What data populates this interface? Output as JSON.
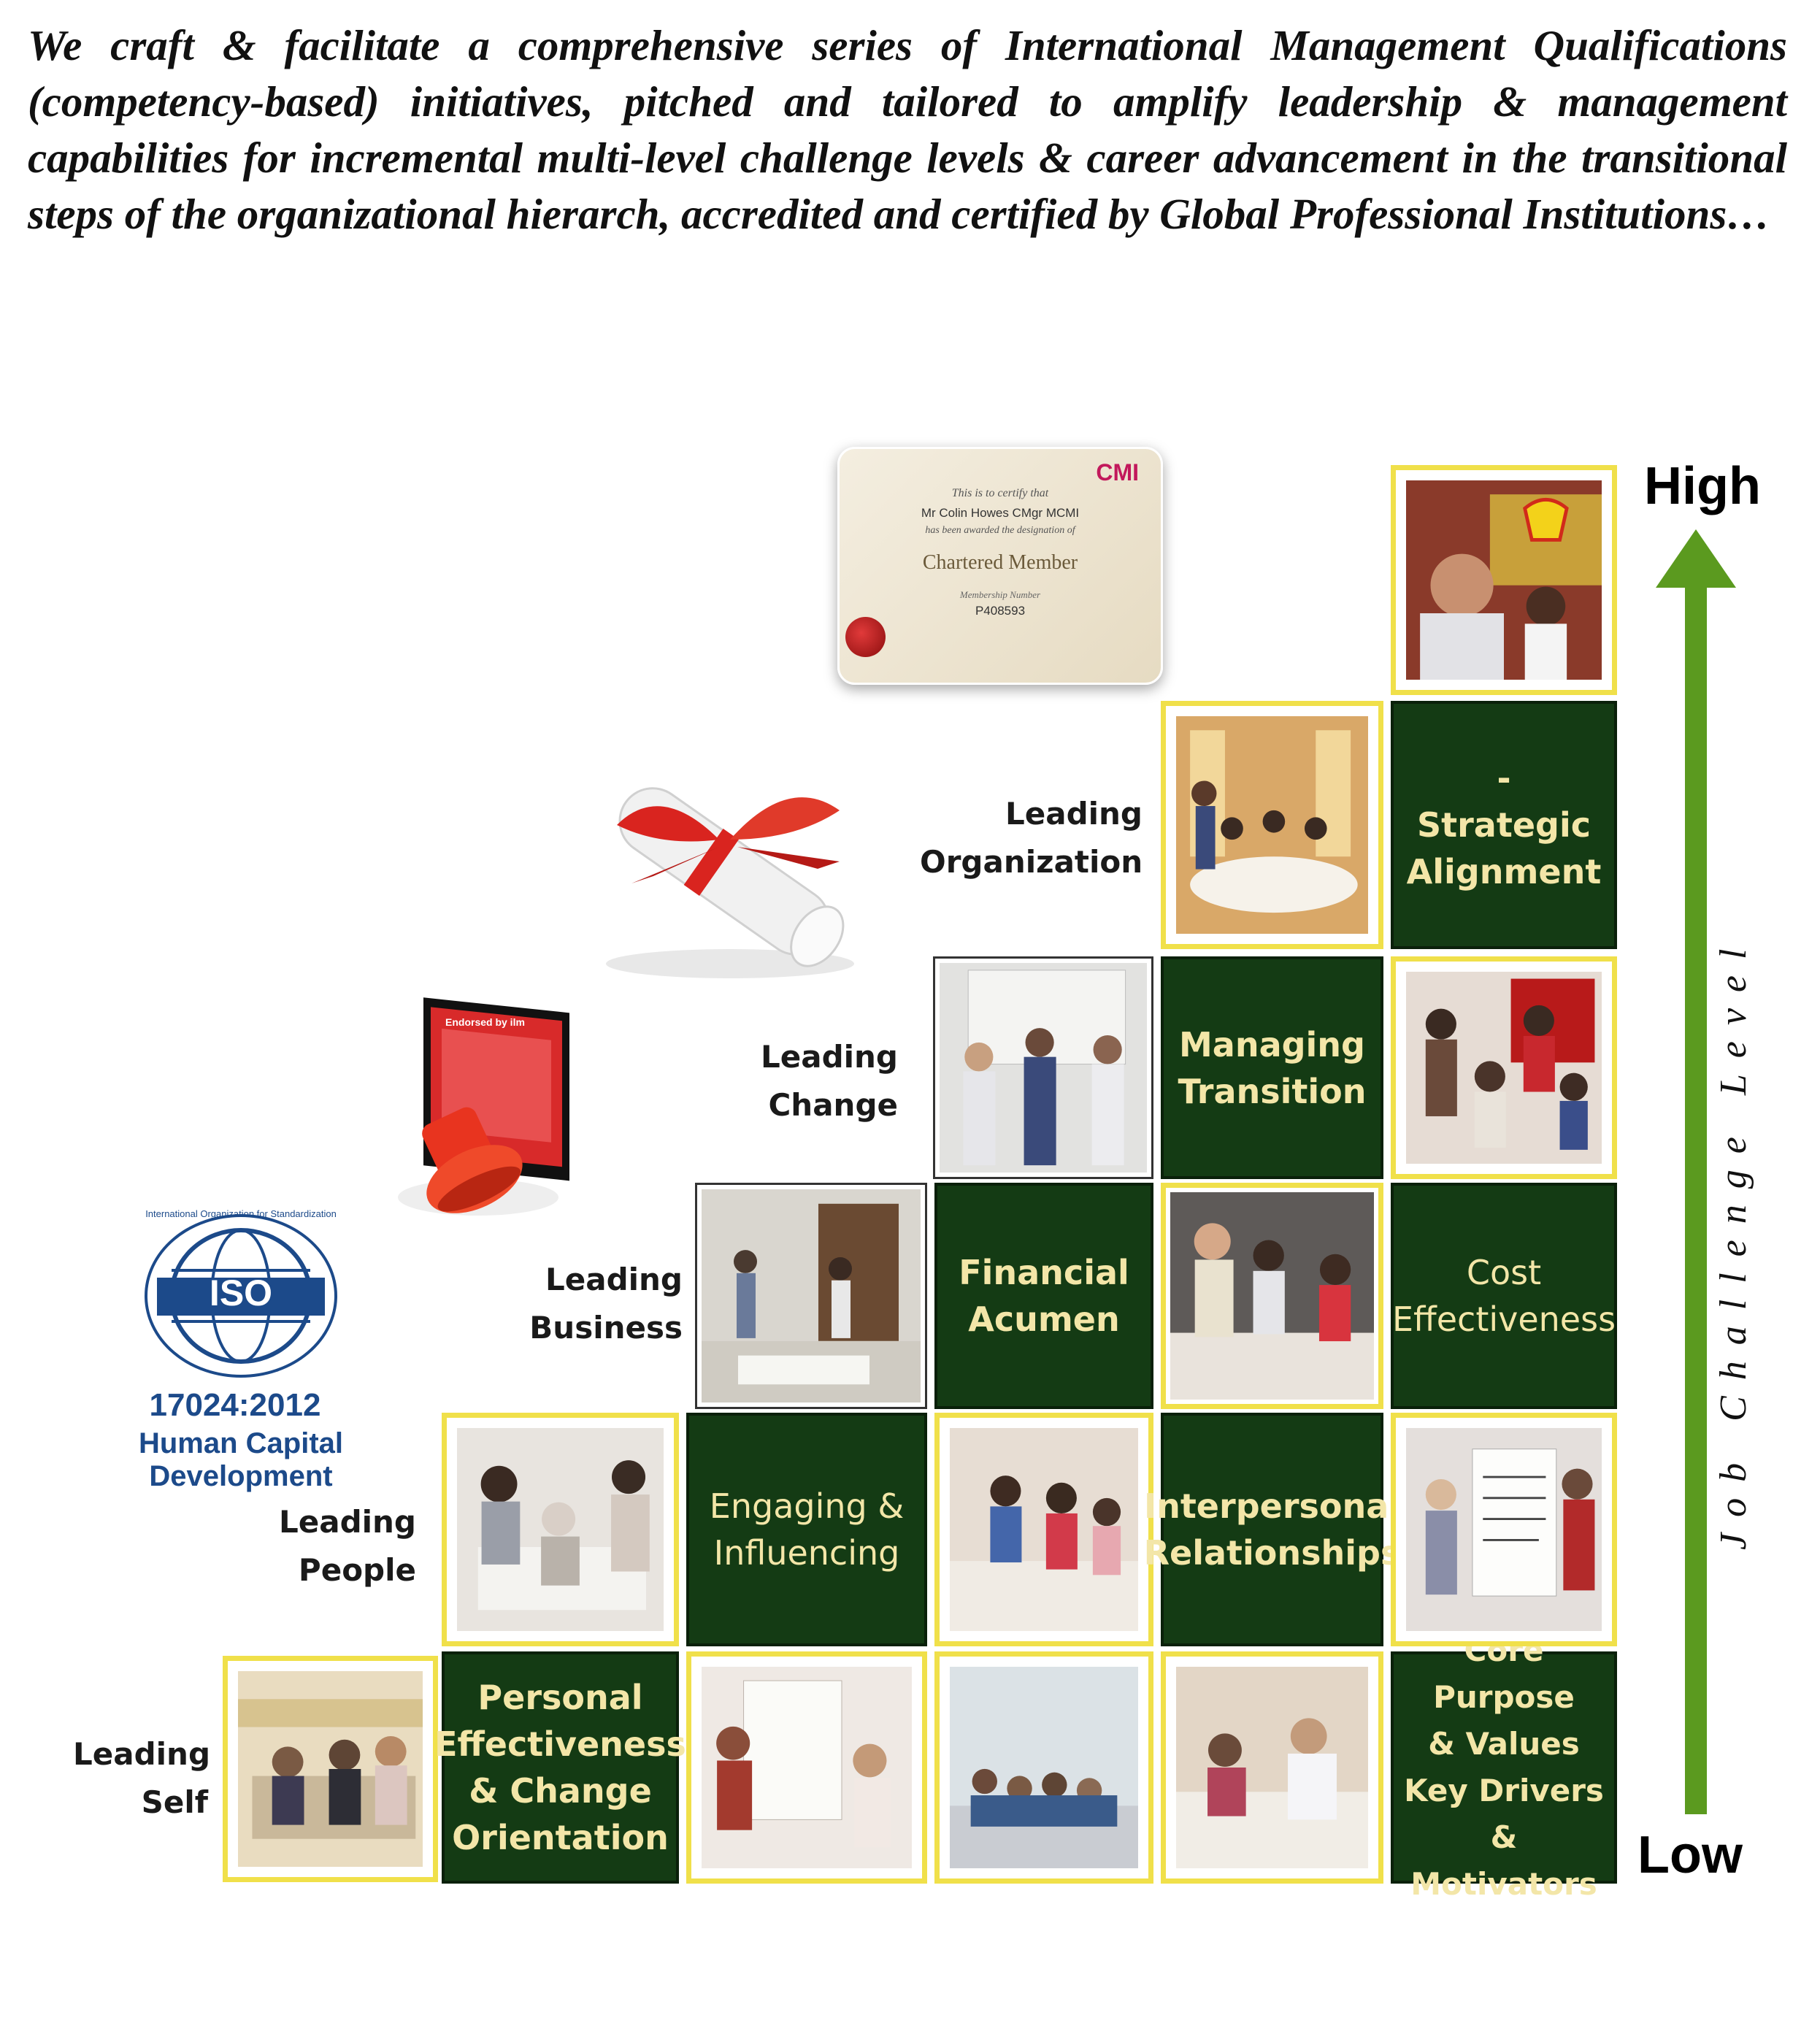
{
  "intro": "We craft & facilitate a comprehensive series of International Management Qualifications (competency-based) initiatives, pitched and tailored to amplify leadership & management capabilities for incremental multi-level challenge levels & career advancement in the transitional steps of the organizational hierarch, accredited and certified by Global Professional Institutions…",
  "axis": {
    "high": "High",
    "low": "Low",
    "label": "Job Challenge Level"
  },
  "levels": [
    "Leading\nSelf",
    "Leading\nPeople",
    "Leading\nBusiness",
    "Leading\nChange",
    "Leading\nOrganization"
  ],
  "competencies": {
    "personal": "Personal\nEffectiveness\n& Change\nOrientation",
    "core": "Core Purpose\n& Values\nKey Drivers &\nMotivators",
    "engaging": "Engaging &\nInfluencing",
    "interpersonal": "Interpersonal\nRelationships",
    "financial": "Financial\nAcumen",
    "cost": "Cost\nEffectiveness",
    "managing": "Managing\nTransition",
    "strategic": "-\nStrategic\nAlignment"
  },
  "certificate": {
    "brand": "CMI",
    "line1": "This is to certify that",
    "name": "Mr Colin Howes CMgr MCMI",
    "line2": "has been awarded the designation of",
    "title": "Chartered Member",
    "line3": "Membership Number",
    "number": "P408593"
  },
  "stamp_text": "Endorsed by ilm",
  "iso": {
    "brand": "ISO",
    "ring": "International Organization for Standardization",
    "code": "17024:2012",
    "subtitle": "Human Capital Development"
  },
  "colors": {
    "tile_green": "#143b14",
    "tile_text": "#f3e6a8",
    "frame_yellow": "#f0e04a",
    "arrow_green": "#5b9a1f",
    "iso_blue": "#1c4a8a",
    "ribbon_red": "#d9241f"
  }
}
